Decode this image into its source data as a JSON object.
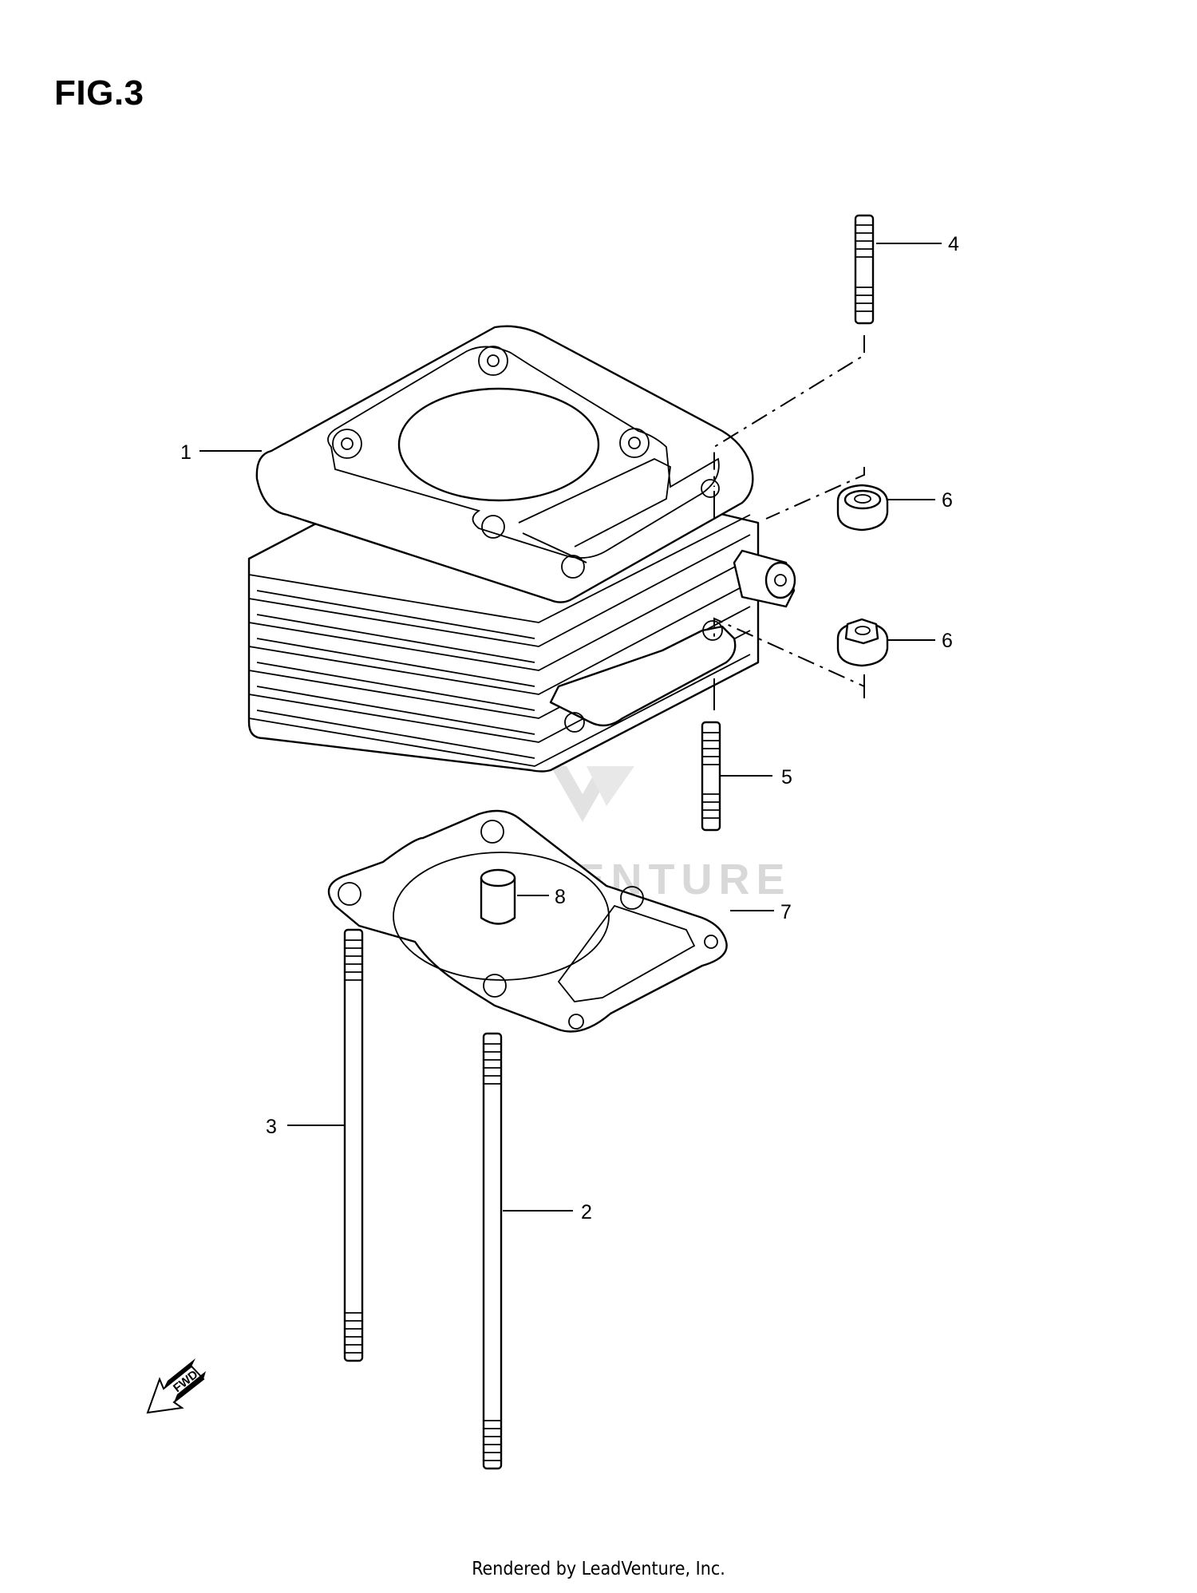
{
  "figure": {
    "title": "FIG.3"
  },
  "watermark": {
    "text": "LEADVENTURE"
  },
  "fwd_arrow": {
    "label": "FWD"
  },
  "callouts": [
    {
      "number": "1",
      "part": "cylinder"
    },
    {
      "number": "2",
      "part": "stud-long"
    },
    {
      "number": "3",
      "part": "stud-long"
    },
    {
      "number": "4",
      "part": "stud-short"
    },
    {
      "number": "5",
      "part": "stud-short"
    },
    {
      "number": "6",
      "part": "nut"
    },
    {
      "number": "6",
      "part": "nut"
    },
    {
      "number": "7",
      "part": "gasket"
    },
    {
      "number": "8",
      "part": "dowel-pin"
    }
  ],
  "footer": {
    "text": "Rendered by LeadVenture, Inc."
  }
}
